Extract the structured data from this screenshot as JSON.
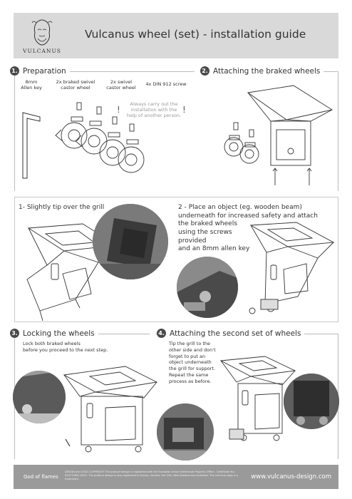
{
  "header": {
    "brand": "VULCANUS",
    "title": "Vulcanus wheel (set) - installation guide"
  },
  "sections": {
    "s1": {
      "num": "1.",
      "title": "Preparation"
    },
    "s2": {
      "num": "2.",
      "title": "Attaching the braked wheels"
    },
    "s3": {
      "num": "3.",
      "title": "Locking the wheels"
    },
    "s4": {
      "num": "4.",
      "title": "Attaching the second set of wheels"
    }
  },
  "parts": {
    "allen_key": "8mm\nAllen key",
    "braked_wheel": "2x braked swivel\ncastor wheel",
    "swivel_wheel": "2x swivel\ncastor wheel",
    "screw": "4x DIN 912 screw"
  },
  "note": "Always carry out the\ninstallation with the\nhelp of another person.",
  "step_texts": {
    "tip": "1- Slightly tip over the grill",
    "place": "2 - Place an object (eg. wooden beam)\nunderneath for increased safety and attach\nthe braked wheels\nusing the screws\nprovided\nand an 8mm allen key",
    "lock": "Lock both braked wheels\nbefore you proceed to the next step.",
    "second": "Tip the grill to the\nother side and don't\nforget to put an\nobject underneath\nthe grill for support.\nRepeat the same\nprocess as before."
  },
  "footer": {
    "brand": "God of flames",
    "legal": "DESIGN and LOGO COPYRIGHT The product design is registered with the European Union Intellectual Property Office - Certificate No. 003775841-0001. The product design is also registered in Russia, Ukraine, the USA, New Zealand and Australia. The vulcanus logo is a trademark.",
    "website": "www.vulcanus-design.com"
  }
}
